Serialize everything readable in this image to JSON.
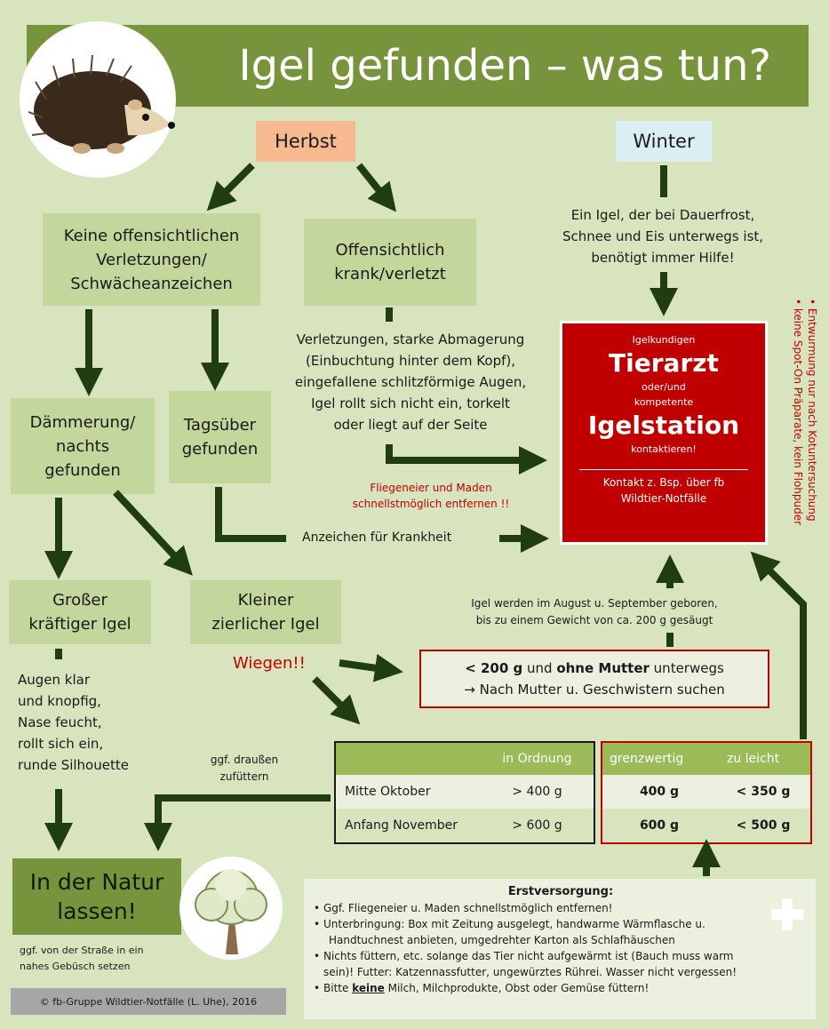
{
  "title": "Igel gefunden – was tun?",
  "season_herbst": "Herbst",
  "season_winter": "Winter",
  "node_keine": [
    "Keine offensichtlichen",
    "Verletzungen/",
    "Schwächeanzeichen"
  ],
  "node_krank": [
    "Offensichtlich",
    "krank/verletzt"
  ],
  "node_daemmerung": [
    "Dämmerung/",
    "nachts",
    "gefunden"
  ],
  "node_tagsueber": [
    "Tagsüber",
    "gefunden"
  ],
  "node_gross": [
    "Großer",
    "kräftiger Igel"
  ],
  "node_klein": [
    "Kleiner",
    "zierlicher  Igel"
  ],
  "node_natur": [
    "In der Natur",
    "lassen!"
  ],
  "winter_text": [
    "Ein Igel, der bei Dauerfrost,",
    "Schnee und Eis unterwegs ist,",
    "benötigt immer Hilfe!"
  ],
  "krank_text": [
    "Verletzungen, starke Abmagerung",
    "(Einbuchtung hinter dem Kopf),",
    "eingefallene schlitzförmige Augen,",
    "Igel rollt sich nicht ein, torkelt",
    "oder liegt auf der Seite"
  ],
  "fliegen_text": [
    "Fliegeneier und Maden",
    "schnellstmöglich entfernen !!"
  ],
  "anzeichen_text": "Anzeichen für Krankheit",
  "tierarzt": {
    "line1": "Igelkundigen",
    "big1": "Tierarzt",
    "line2": "oder/und",
    "line3": "kompetente",
    "big2": "Igelstation",
    "line4": "kontaktieren!",
    "contact1": "Kontakt z. Bsp. über  fb",
    "contact2": "Wildtier-Notfälle"
  },
  "side_notes": [
    "• keine Spot-On Präparate, kein Flohpuder",
    "• Entwurmung nur nach Kotuntersuchung"
  ],
  "august_text": [
    "Igel werden  im August u. September  geboren,",
    "bis zu einem Gewicht von ca. 200 g  gesäugt"
  ],
  "wiegen": "Wiegen!!",
  "weigh_box": {
    "bold1": "< 200 g",
    "mid": " und ",
    "bold2": "ohne Mutter",
    "rest": " unterwegs",
    "line2": "→ Nach Mutter  u.  Geschwistern suchen"
  },
  "gross_text": [
    "Augen klar",
    "und knopfig,",
    "Nase feucht,",
    "rollt sich ein,",
    "runde Silhouette"
  ],
  "fuettern_text": [
    "ggf. draußen",
    "zufüttern"
  ],
  "strasse_text": [
    "ggf.  von der Straße  in ein",
    "nahes Gebüsch setzen"
  ],
  "table": {
    "headers": [
      "",
      "in Ordnung",
      "grenzwertig",
      "zu leicht"
    ],
    "rows": [
      [
        "Mitte Oktober",
        "> 400 g",
        "400 g",
        "< 350 g"
      ],
      [
        "Anfang November",
        "> 600 g",
        "600 g",
        "< 500 g"
      ]
    ]
  },
  "first_aid": {
    "heading": "Erstversorgung:",
    "items": [
      "Ggf. Fliegeneier u. Maden schnellstmöglich entfernen!",
      "Unterbringung: Box mit Zeitung ausgelegt, handwarme Wärmflasche u.",
      "Handtuchnest anbieten,  umgedrehter  Karton als Schlafhäuschen",
      "Nichts füttern, etc. solange das Tier nicht aufgewärmt ist (Bauch muss warm",
      "sein)! Futter:  Katzennassfutter, ungewürztes  Rührei.  Wasser nicht vergessen!",
      "Bitte ",
      "keine",
      " Milch, Milchprodukte,  Obst oder Gemüse  füttern!"
    ]
  },
  "copyright": "© fb-Gruppe Wildtier-Notfälle (L. Uhe), 2016",
  "colors": {
    "background": "#d7e4bd",
    "title_bar": "#77933c",
    "arrow": "#1f3d0f",
    "alert": "#c00000",
    "herbst": "#f7b98e",
    "winter": "#dbeef4"
  },
  "icons": [
    "hedgehog-illustration",
    "tree-illustration",
    "first-aid-cross-icon"
  ]
}
